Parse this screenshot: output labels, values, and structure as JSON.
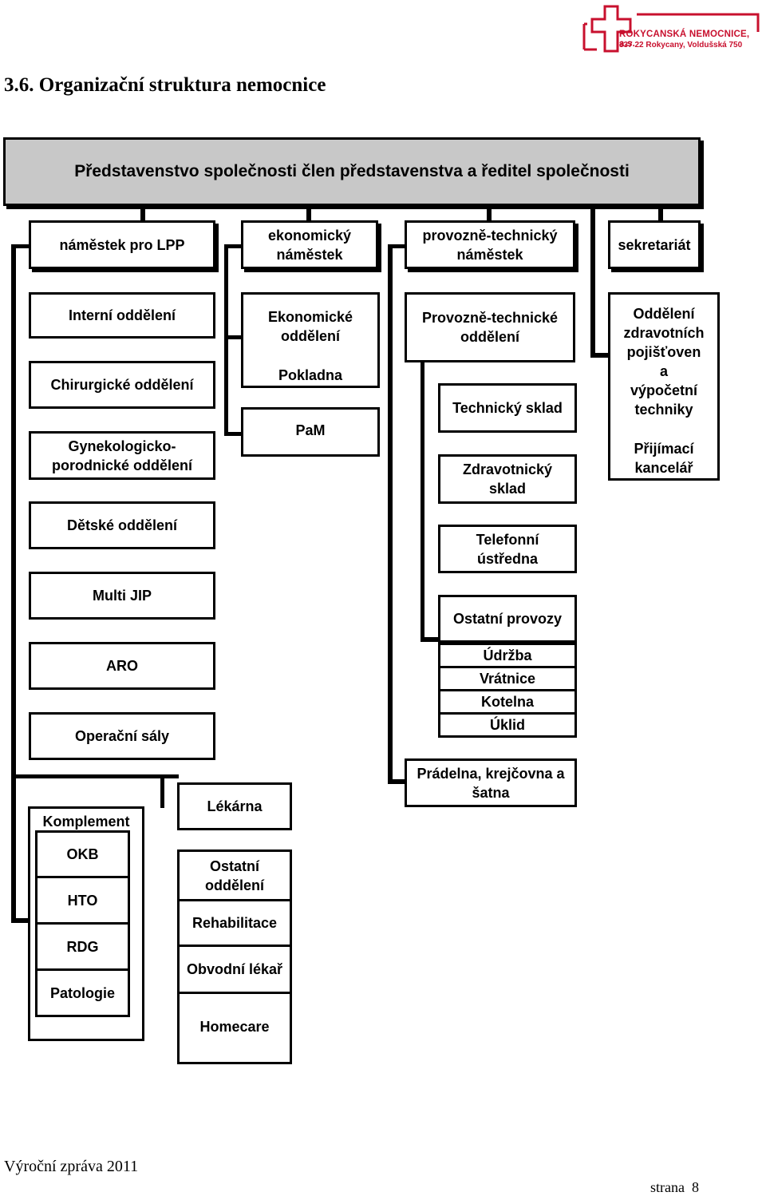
{
  "header": {
    "hospital_name": "ROKYCANSKÁ NEMOCNICE, a.s.",
    "hospital_address": "337 22 Rokycany, Voldušská 750"
  },
  "title": "3.6. Organizační struktura nemocnice",
  "board": "Představenstvo společnosti člen představenstva a ředitel společnosti",
  "deputies": {
    "lpp": "náměstek pro LPP",
    "economic": "ekonomický\nnáměstek",
    "technical": "provozně-technický\nnáměstek",
    "secretariat": "sekretariát"
  },
  "lpp_units": {
    "internal": "Interní oddělení",
    "surgery": "Chirurgické oddělení",
    "gynecology": "Gynekologicko-\nporodnické oddělení",
    "pediatrics": "Dětské oddělení",
    "multi_jip": "Multi JIP",
    "aro": "ARO",
    "operating": "Operační sály",
    "complement": "Komplement",
    "complement_items": [
      "OKB",
      "HTO",
      "RDG",
      "Patologie"
    ],
    "pharmacy": "Lékárna",
    "other_departments": "Ostatní\noddělení",
    "other_items": [
      "Rehabilitace",
      "Obvodní lékař",
      "Homecare"
    ]
  },
  "economic_units": {
    "department": "Ekonomické\noddělení",
    "cashier": "Pokladna",
    "pam": "PaM"
  },
  "technical_units": {
    "department": "Provozně-technické\noddělení",
    "tech_store": "Technický sklad",
    "medical_store": "Zdravotnický\nsklad",
    "phone_exchange": "Telefonní\nústředna",
    "other_operations": "Ostatní provozy",
    "operation_items": [
      "Údržba",
      "Vrátnice",
      "Kotelna",
      "Úklid"
    ],
    "laundry": "Prádelna, krejčovna a\nšatna"
  },
  "secretariat_units": {
    "insurance_it": "Oddělení\nzdravotních\npojišťoven\na\nvýpočetní\ntechniky",
    "admissions": "Přijímací\nkancelář"
  },
  "footer": {
    "report": "Výroční zpráva 2011",
    "page": "strana  8"
  },
  "colors": {
    "logo_red": "#c8102e",
    "board_fill": "#c8c8c8"
  }
}
